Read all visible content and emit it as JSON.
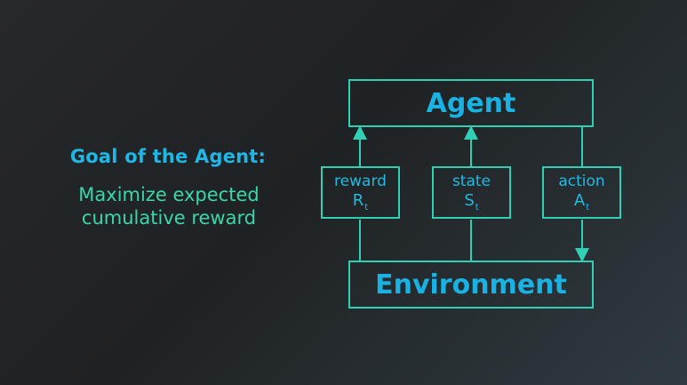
{
  "goal": {
    "title": "Goal of the Agent:",
    "description_lines": [
      "Maximize expected",
      "cumulative reward"
    ]
  },
  "diagram": {
    "agent_label": "Agent",
    "environment_label": "Environment",
    "signals": [
      {
        "name": "reward",
        "symbol": "R",
        "subscript": "t"
      },
      {
        "name": "state",
        "symbol": "S",
        "subscript": "t"
      },
      {
        "name": "action",
        "symbol": "A",
        "subscript": "t"
      }
    ]
  },
  "colors": {
    "title_blue": "#21b7e4",
    "text_teal": "#3ad6ab",
    "line_teal": "#2fd0b3",
    "box_text_blue": "#1ab1e3"
  }
}
